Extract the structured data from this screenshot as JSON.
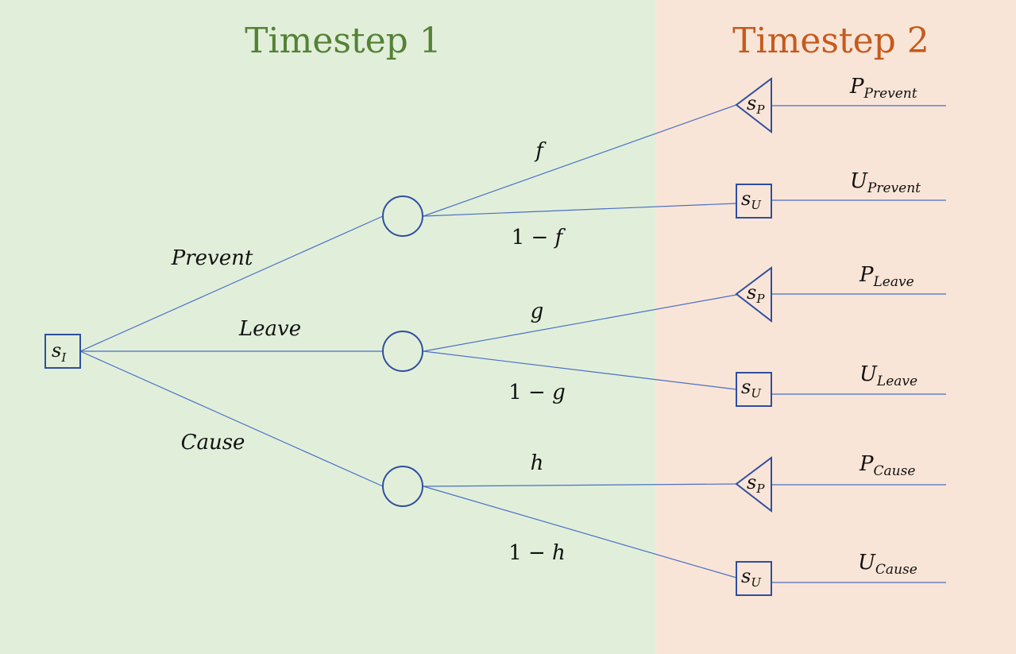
{
  "timesteps": {
    "t1": {
      "label": "Timestep 1",
      "color": "#e1efda",
      "text_color": "#548235"
    },
    "t2": {
      "label": "Timestep 2",
      "color": "#f9e5d7",
      "text_color": "#c55a1e"
    }
  },
  "root": {
    "symbol": "s",
    "sub": "I"
  },
  "actions": {
    "prevent": "Prevent",
    "leave": "Leave",
    "cause": "Cause"
  },
  "chance_labels": {
    "f": "f",
    "not_f_pre": "1 − ",
    "not_f_var": "f",
    "g": "g",
    "not_g_pre": "1 − ",
    "not_g_var": "g",
    "h": "h",
    "not_h_pre": "1 − ",
    "not_h_var": "h"
  },
  "outcome_states": {
    "sp": {
      "symbol": "s",
      "sub": "P"
    },
    "su": {
      "symbol": "s",
      "sub": "U"
    }
  },
  "payoffs": [
    {
      "main": "P",
      "sub": "Prevent"
    },
    {
      "main": "U",
      "sub": "Prevent"
    },
    {
      "main": "P",
      "sub": "Leave"
    },
    {
      "main": "U",
      "sub": "Leave"
    },
    {
      "main": "P",
      "sub": "Cause"
    },
    {
      "main": "U",
      "sub": "Cause"
    }
  ]
}
